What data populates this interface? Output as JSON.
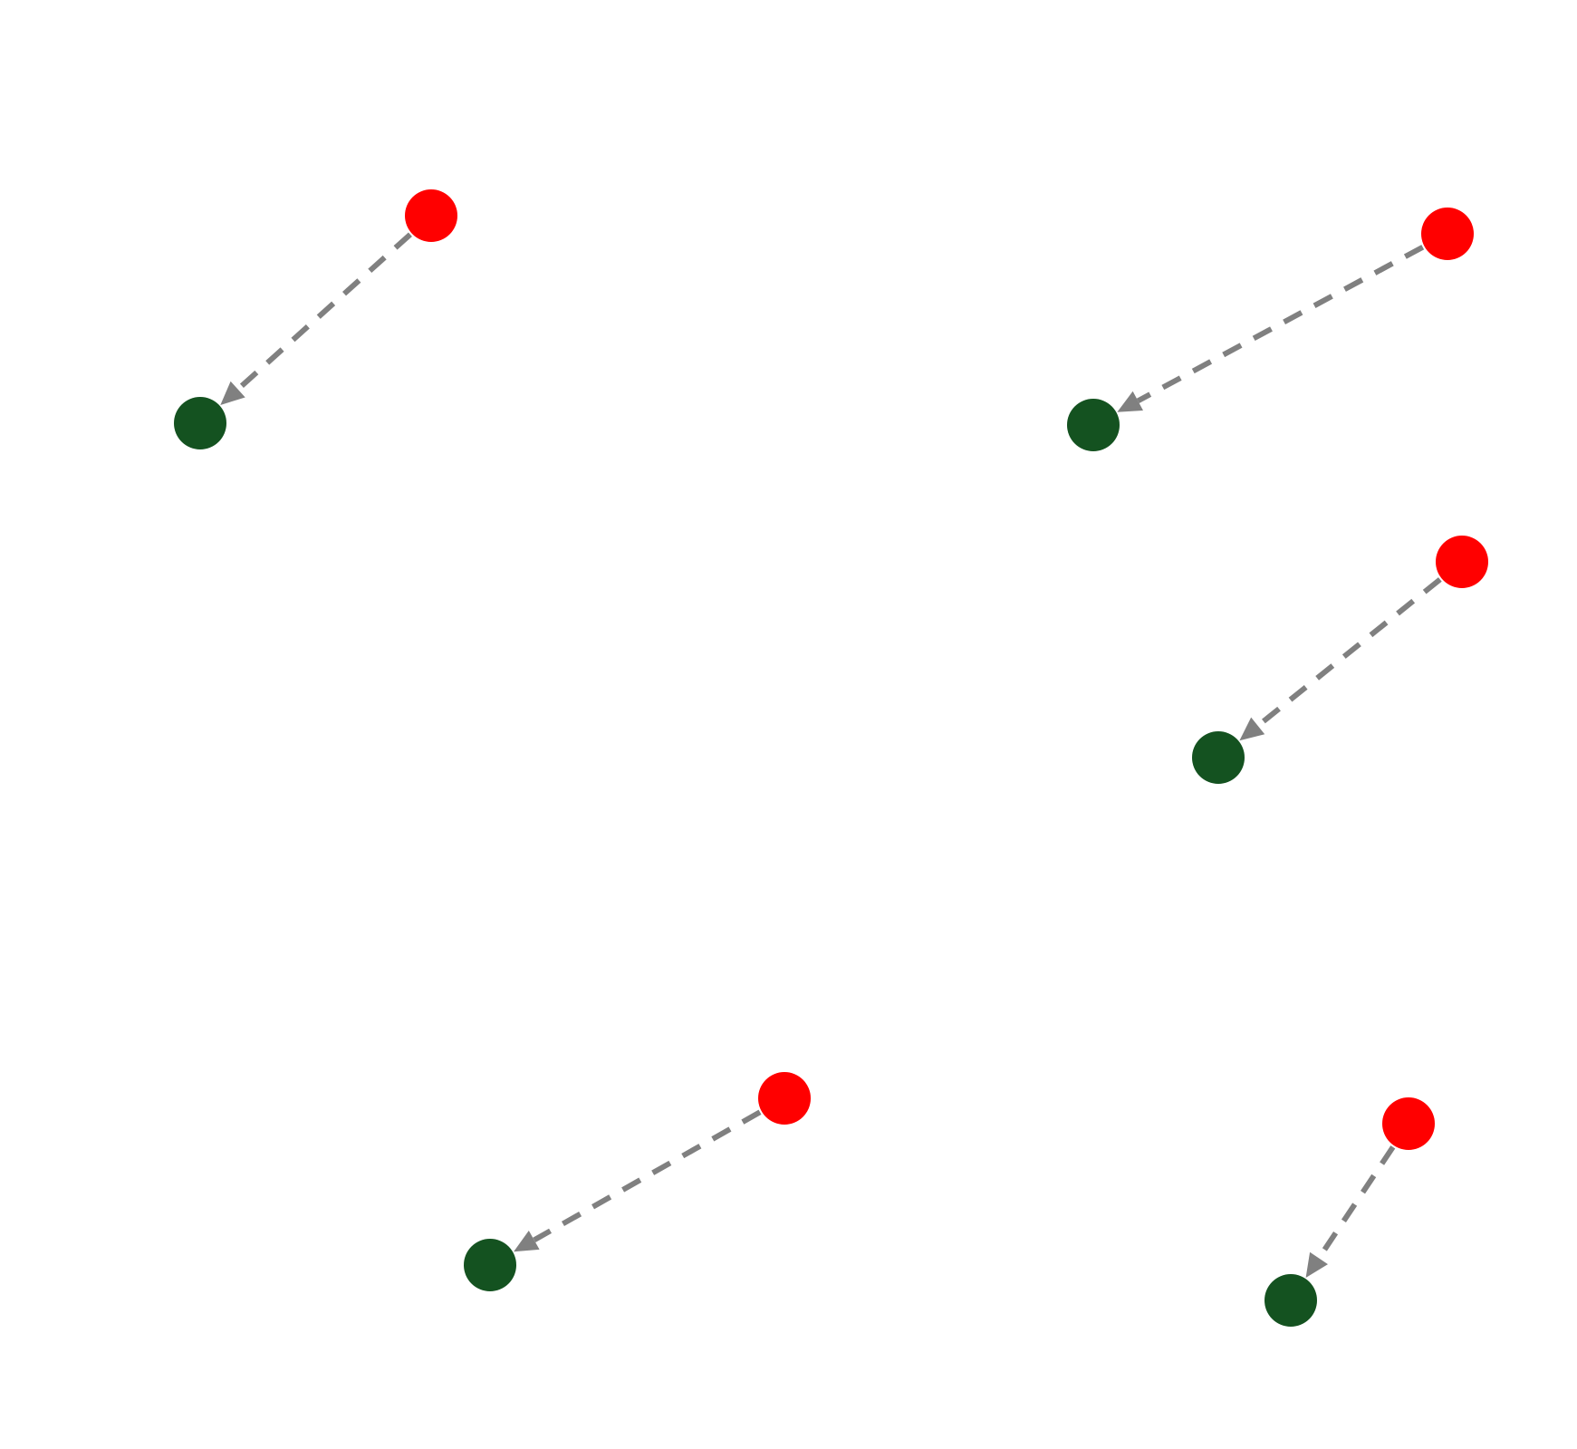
{
  "diagram": {
    "colors": {
      "source": "#ff0000",
      "target": "#145220",
      "edge": "#808080",
      "background": "#ffffff"
    },
    "edge_style": "dashed",
    "arrow_direction": "source-to-target",
    "pairs": [
      {
        "id": 1
      },
      {
        "id": 2
      },
      {
        "id": 3
      },
      {
        "id": 4
      },
      {
        "id": 5
      }
    ]
  }
}
